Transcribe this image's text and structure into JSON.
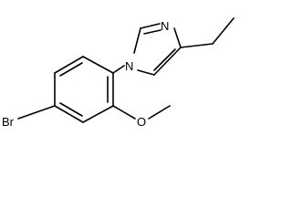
{
  "molecule": {
    "atoms": {
      "br": "Br",
      "o": "O",
      "n_ring": "N",
      "n1": "N"
    }
  }
}
